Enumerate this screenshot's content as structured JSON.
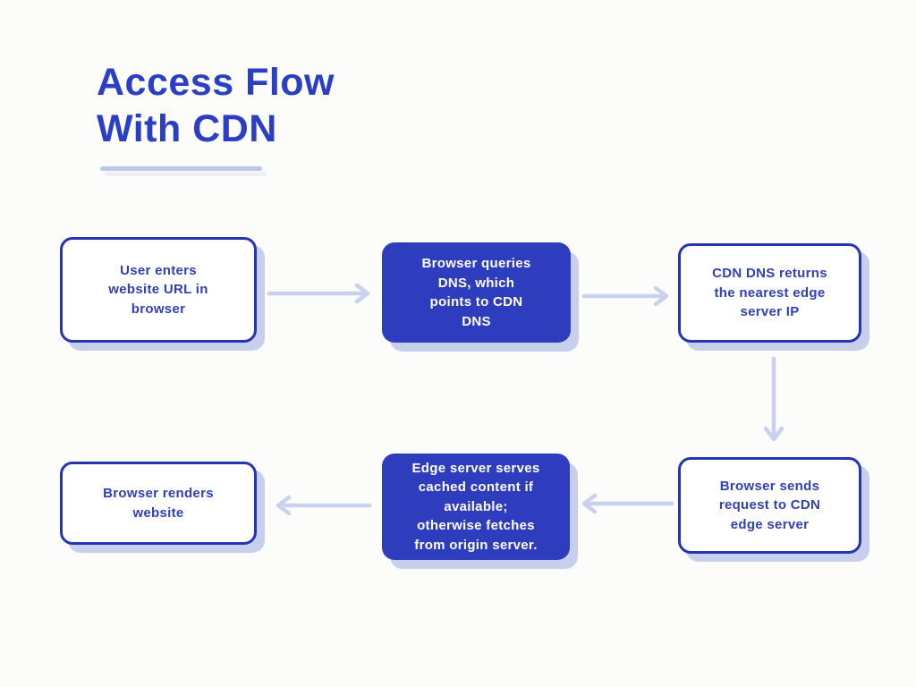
{
  "page": {
    "background_color": "#fcfcfa"
  },
  "header": {
    "title": "Access Flow\nWith CDN"
  },
  "colors": {
    "title_blue": "#2a3fc4",
    "node_border_blue": "#2535b2",
    "node_fill_blue": "#2e3cbe",
    "node_text_blue": "#3040b5",
    "node_text_on_fill": "#ffffff",
    "shadow_periwinkle": "#c6cfec",
    "arrow_lavender": "#c9d1ef",
    "underline_lavender": "#bdc7ea"
  },
  "diagram": {
    "nodes": [
      {
        "id": "step-1",
        "label": "User enters\nwebsite URL in\nbrowser",
        "variant": "outline"
      },
      {
        "id": "step-2",
        "label": "Browser queries\nDNS, which\npoints to CDN\nDNS",
        "variant": "filled"
      },
      {
        "id": "step-3",
        "label": "CDN DNS returns\nthe nearest edge\nserver IP",
        "variant": "outline"
      },
      {
        "id": "step-4",
        "label": "Browser sends\nrequest to CDN\nedge server",
        "variant": "outline"
      },
      {
        "id": "step-5",
        "label": "Edge server serves\ncached content if\navailable;\notherwise fetches\nfrom origin server.",
        "variant": "filled"
      },
      {
        "id": "step-6",
        "label": "Browser renders\nwebsite",
        "variant": "outline"
      }
    ],
    "edges": [
      {
        "from": "step-1",
        "to": "step-2",
        "direction": "right"
      },
      {
        "from": "step-2",
        "to": "step-3",
        "direction": "right"
      },
      {
        "from": "step-3",
        "to": "step-4",
        "direction": "down"
      },
      {
        "from": "step-4",
        "to": "step-5",
        "direction": "left"
      },
      {
        "from": "step-5",
        "to": "step-6",
        "direction": "left"
      }
    ]
  }
}
